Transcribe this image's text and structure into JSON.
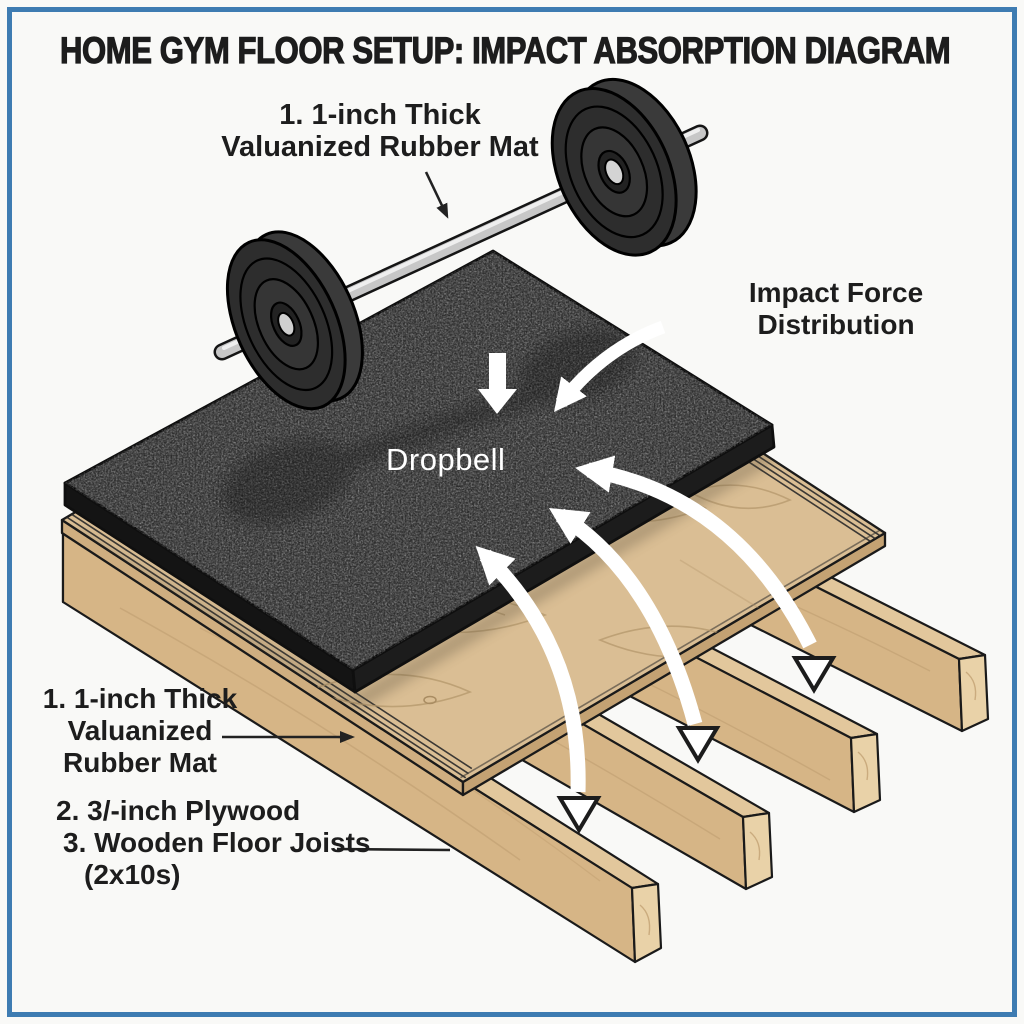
{
  "title": "HOME GYM FLOOR SETUP: IMPACT ABSORPTION DIAGRAM",
  "callouts": {
    "mat_top": {
      "line1": "1. 1-inch Thick",
      "line2": "Valuanized Rubber Mat"
    },
    "impact": {
      "line1": "Impact Force",
      "line2": "Distribution"
    },
    "mat_surface_text": "Dropbell",
    "legend_mat": {
      "line1": "1. 1-inch Thick",
      "line2": "Valuanized",
      "line3": "Rubber Mat"
    },
    "legend_layers": {
      "line1": "2. 3/-inch Plywood",
      "line2": "3. Wooden Floor Joists",
      "line3": "(2x10s)"
    }
  },
  "colors": {
    "frame_border": "#3e7cb2",
    "background": "#f9f9f7",
    "text": "#1d1d1d",
    "mat_top": "#4b4b4b",
    "mat_side_se": "#1c1c1c",
    "mat_side_sw": "#141414",
    "plywood_top": "#dabe94",
    "wood_side": "#cfae80",
    "wood_joist_top": "#e2c79c",
    "wood_joist_side": "#d6b586",
    "wood_end": "#e9d2a8",
    "barbell_plate": "#2d2d2d",
    "bar_metal": "#c7c7c7",
    "arrow_white": "#ffffff"
  },
  "icons": [
    "barbell-icon",
    "impact-down-arrow-icon",
    "impact-arc-arrow-icon",
    "force-exit-triangle-icon",
    "pointer-arrow-icon"
  ]
}
